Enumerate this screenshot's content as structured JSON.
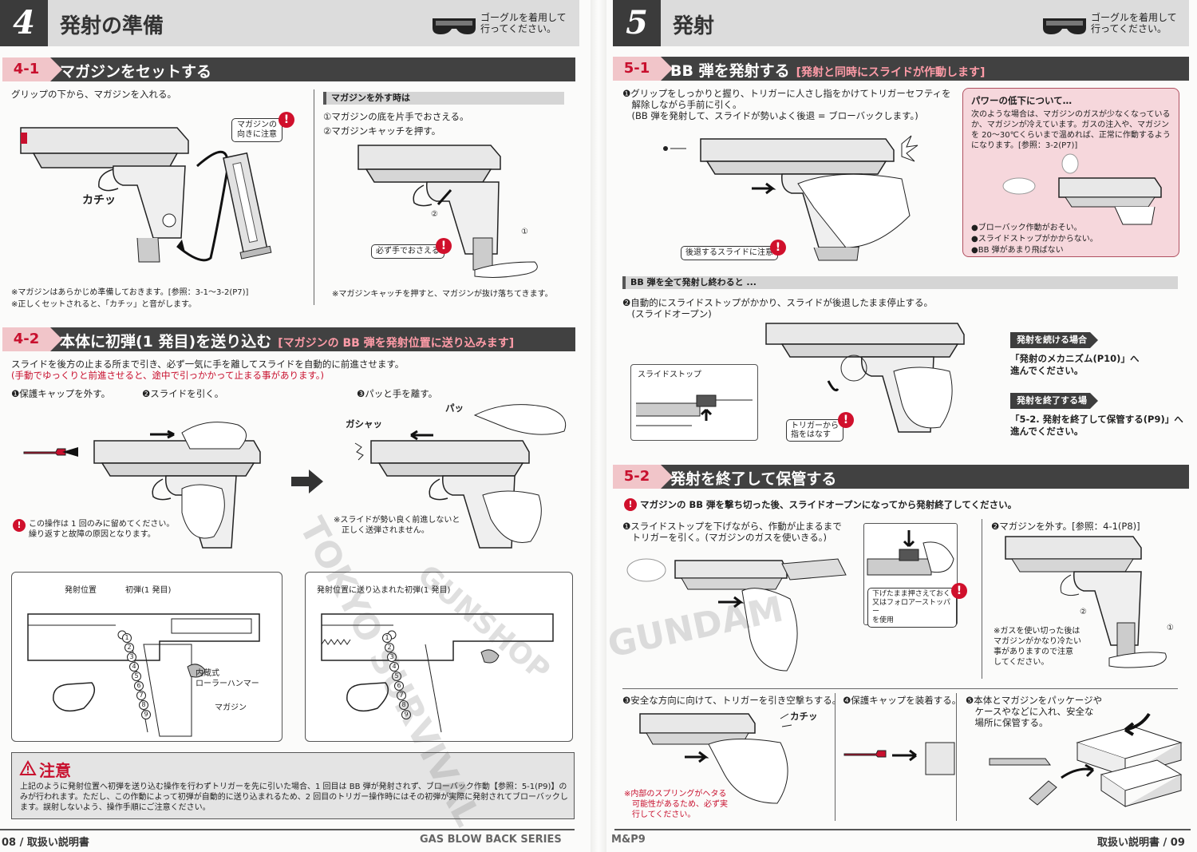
{
  "goggle_notice": "ゴーグルを着用して\n行ってください。",
  "left": {
    "chapter_num": "4",
    "chapter_title": "発射の準備",
    "s41": {
      "num": "4-1",
      "title": "マガジンをセットする",
      "intro": "グリップの下から、マガジンを入れる。",
      "callout_orientation": "マガジンの\n向きに注意",
      "click_sound": "カチッ",
      "note1": "※マガジンはあらかじめ準備しておきます。[参照：3-1〜3-2(P7)]",
      "note2": "※正しくセットされると、「カチッ」と音がします。",
      "remove_head": "マガジンを外す時は",
      "remove_step1": "①マガジンの底を片手でおさえる。",
      "remove_step2": "②マガジンキャッチを押す。",
      "hold_callout": "必ず手でおさえる",
      "remove_note": "※マガジンキャッチを押すと、マガジンが抜け落ちてきます。",
      "mark1": "①",
      "mark2": "②"
    },
    "s42": {
      "num": "4-2",
      "title": "本体に初弾(1 発目)を送り込む",
      "note": "[マガジンの BB 弾を発射位置に送り込みます]",
      "intro1": "スライドを後方の止まる所まで引き、必ず一気に手を離してスライドを自動的に前進させます。",
      "intro2": "(手動でゆっくりと前進させると、途中で引っかかって止まる事があります。)",
      "step1": "❶保護キャップを外す。",
      "step2": "❷スライドを引く。",
      "step3": "❸パッと手を離す。",
      "sound_gasha": "ガシャッ",
      "sound_pa": "パッ",
      "once_note": "この操作は 1 回のみに留めてください。\n繰り返すと故障の原因となります。",
      "slide_note": "※スライドが勢い良く前進しないと\n　正しく送弾されません。",
      "lbl_fire_pos": "発射位置",
      "lbl_first": "初弾(1 発目)",
      "lbl_hammer": "内蔵式\nローラーハンマー",
      "lbl_mag": "マガジン",
      "lbl_fed": "発射位置に送り込まれた初弾(1 発目)",
      "numbers": [
        "1",
        "2",
        "3",
        "4",
        "5",
        "6",
        "7",
        "8",
        "9"
      ]
    },
    "caution": {
      "title": "注意",
      "text": "上記のように発射位置へ初弾を送り込む操作を行わずトリガーを先に引いた場合、1 回目は BB 弾が発射されず、ブローバック作動【参照：5-1(P9)】のみが行われます。ただし、この作動によって初弾が自動的に送り込まれるため、2 回目のトリガー操作時にはその初弾が実際に発射されてブローバックします。誤射しないよう、操作手順にご注意ください。"
    },
    "footer_page": "08 / 取扱い説明書",
    "footer_series": "GAS BLOW BACK SERIES"
  },
  "right": {
    "chapter_num": "5",
    "chapter_title": "発射",
    "s51": {
      "num": "5-1",
      "title": "BB 弾を発射する",
      "note": "[発射と同時にスライドが作動します]",
      "step1": "❶グリップをしっかりと握り、トリガーに人さし指をかけてトリガーセフティを\n　解除しながら手前に引く。\n　(BB 弾を発射して、スライドが勢いよく後退 = ブローバックします。)",
      "slide_warn": "後退するスライドに注意",
      "power_title": "パワーの低下について…",
      "power_text": "次のような場合は、マガジンのガスが少なくなっているか、マガジンが冷えています。ガスの注入や、マガジンを 20〜30℃くらいまで温めれば、正常に作動するようになります。[参照：3-2(P7)]",
      "power_b1": "●ブローバック作動がおそい。",
      "power_b2": "●スライドストップがかからない。",
      "power_b3": "●BB 弾があまり飛ばない",
      "empty_head": "BB 弾を全て発射し終わると ...",
      "empty_step": "❷自動的にスライドストップがかかり、スライドが後退したまま停止する。\n　(スライドオープン)",
      "slide_stop": "スライドストップ",
      "trigger_release": "トリガーから\n指をはなす",
      "cont_tag": "発射を続ける場合",
      "cont_text": "「発射のメカニズム(P10)」へ\n進んでください。",
      "end_tag": "発射を終了する場合",
      "end_text": "「5-2. 発射を終了して保管する(P9)」へ\n進んでください。"
    },
    "s52": {
      "num": "5-2",
      "title": "発射を終了して保管する",
      "warn": "マガジンの BB 弾を撃ち切った後、スライドオープンになってから発射終了してください。",
      "step1": "❶スライドストップを下げながら、作動が止まるまで\n　トリガーを引く。(マガジンのガスを使いきる。)",
      "hold_callout": "下げたまま押さえておく\n又はフォロアーストッパー\nを使用",
      "step2": "❷マガジンを外す。[参照：4-1(P8)]",
      "gas_note": "※ガスを使い切った後は\nマガジンがかなり冷たい\n事がありますので注意\nしてください。",
      "step3": "❸安全な方向に向けて、トリガーを引き空撃ちする。",
      "click_sound": "カチッ",
      "spring_note": "※内部のスプリングがヘタる\n　可能性があるため、必ず実\n　行してください。",
      "step4": "❹保護キャップを装着する。",
      "step5": "❺本体とマガジンをパッケージや\n　ケースやなどに入れ、安全な\n　場所に保管する。",
      "mark1": "①",
      "mark2": "②"
    },
    "footer_model": "M&P9",
    "footer_page": "取扱い説明書 / 09"
  },
  "watermarks": [
    "TOKYO SURVIVAL",
    "GUNSHOP",
    "GUNDAM"
  ]
}
